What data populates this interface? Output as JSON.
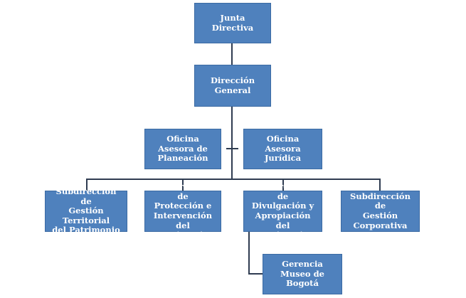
{
  "org_chart": {
    "board": "Junta Directiva",
    "general": "Dirección General",
    "advisory": [
      {
        "label": "Oficina Asesora de\nPlaneación"
      },
      {
        "label": "Oficina Asesora\nJurídica"
      }
    ],
    "subdirections": [
      {
        "label": "Subdirección de\nGestión Territorial\ndel Patrimonio"
      },
      {
        "label": "Subdirección de\nProtección e\nIntervención del\nPatrimonio"
      },
      {
        "label": "Subdirección de\nDivulgación y\nApropiación del\nPatrimonio"
      },
      {
        "label": "Subdirección de\nGestión Corporativa"
      }
    ],
    "museum": "Gerencia Museo de\nBogotá"
  }
}
